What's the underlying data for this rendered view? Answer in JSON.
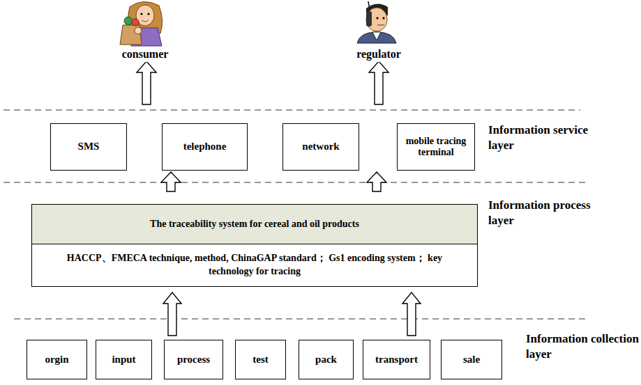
{
  "diagram": {
    "nodes": [
      {
        "text": [
          "SMS"
        ]
      },
      {
        "text": [
          "telephone"
        ]
      },
      {
        "text": [
          "network"
        ]
      },
      {
        "text": [
          "mobile tracing terminal"
        ]
      },
      {
        "text": [
          "The traceability system for cereal and oil products",
          "HACCP、FMECA technique, method, ChinaGAP standard； Gs1 encoding system； key technology for tracing"
        ]
      },
      {
        "text": [
          "orgin"
        ]
      },
      {
        "text": [
          "input"
        ]
      },
      {
        "text": [
          "process"
        ]
      },
      {
        "text": [
          "test"
        ]
      },
      {
        "text": [
          "pack"
        ]
      },
      {
        "text": [
          "transport"
        ]
      },
      {
        "text": [
          "sale"
        ]
      }
    ],
    "edges": [
      {
        "from": 7,
        "to": 4,
        "arrow": "to"
      },
      {
        "from": 10,
        "to": 4,
        "arrow": "to"
      }
    ],
    "labels": [
      "consumer",
      "regulator",
      "Information service layer",
      "Information process layer",
      "Information collection layer"
    ]
  }
}
